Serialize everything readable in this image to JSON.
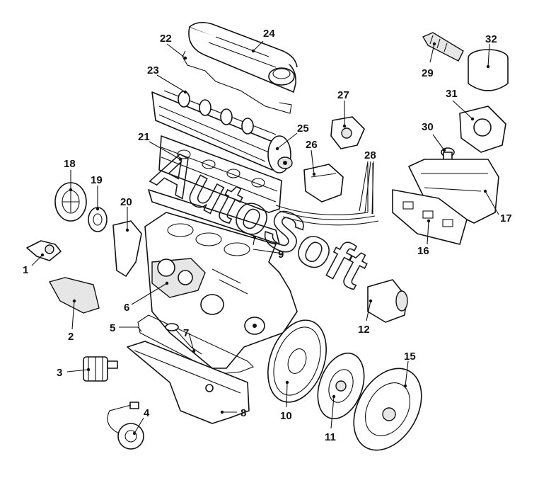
{
  "watermark": "AutoSoft",
  "labels": {
    "p1": "1",
    "p2": "2",
    "p3": "3",
    "p4": "4",
    "p5": "5",
    "p6": "6",
    "p7": "7",
    "p8": "8",
    "p9": "9",
    "p10": "10",
    "p11": "11",
    "p12": "12",
    "p15": "15",
    "p16": "16",
    "p17": "17",
    "p18": "18",
    "p19": "19",
    "p20": "20",
    "p21": "21",
    "p22": "22",
    "p23": "23",
    "p24": "24",
    "p25": "25",
    "p26": "26",
    "p27": "27",
    "p28": "28",
    "p29": "29",
    "p30": "30",
    "p31": "31",
    "p32": "32"
  }
}
